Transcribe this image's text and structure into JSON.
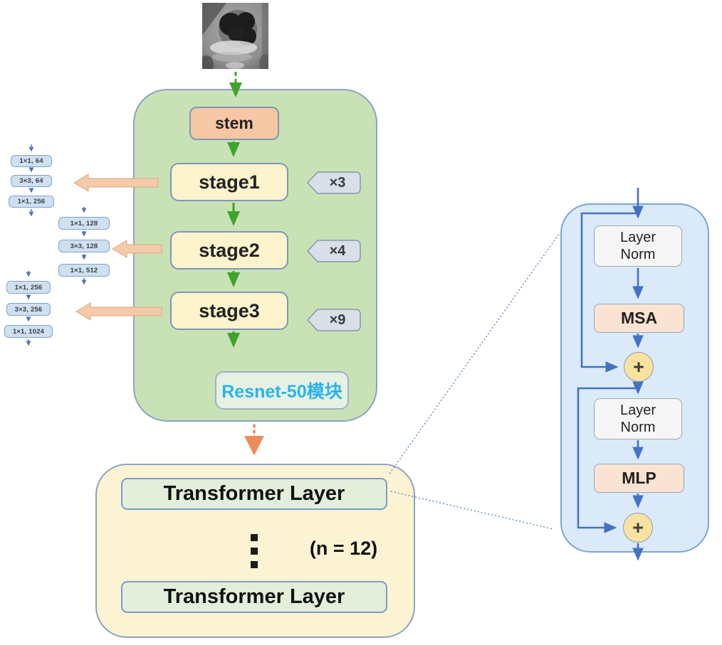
{
  "resnet": {
    "module_label": "Resnet-50模块",
    "stem_label": "stem",
    "stages": [
      {
        "label": "stage1",
        "multiplier": "×3",
        "convs": [
          "1×1,  64",
          "3×3,  64",
          "1×1,  256"
        ]
      },
      {
        "label": "stage2",
        "multiplier": "×4",
        "convs": [
          "1×1,  128",
          "3×3,  128",
          "1×1,  512"
        ]
      },
      {
        "label": "stage3",
        "multiplier": "×9",
        "convs": [
          "1×1,  256",
          "3×3,  256",
          "1×1,  1024"
        ]
      }
    ]
  },
  "transformer": {
    "layers": [
      "Transformer Layer",
      "Transformer Layer"
    ],
    "count_label": "(n = 12)"
  },
  "detail": {
    "layer_norm_1": "Layer Norm",
    "msa": "MSA",
    "add_1": "+",
    "layer_norm_2": "Layer Norm",
    "mlp": "MLP",
    "add_2": "+"
  },
  "colors": {
    "resnet_container": "#c9e2b5",
    "transformer_container": "#fcf3d2",
    "detail_panel": "#dbeaf8",
    "stem_box": "#f6c7a5",
    "stage_box": "#fdf3cc",
    "conv_box": "#cfe0f1",
    "add_circle": "#f8e2a0",
    "accent_blue": "#4472c4",
    "accent_green": "#3fa32c",
    "accent_orange": "#ec8c5c",
    "salmon_arrow": "#f5caa9",
    "resnet_label_text": "#29b3ec"
  }
}
